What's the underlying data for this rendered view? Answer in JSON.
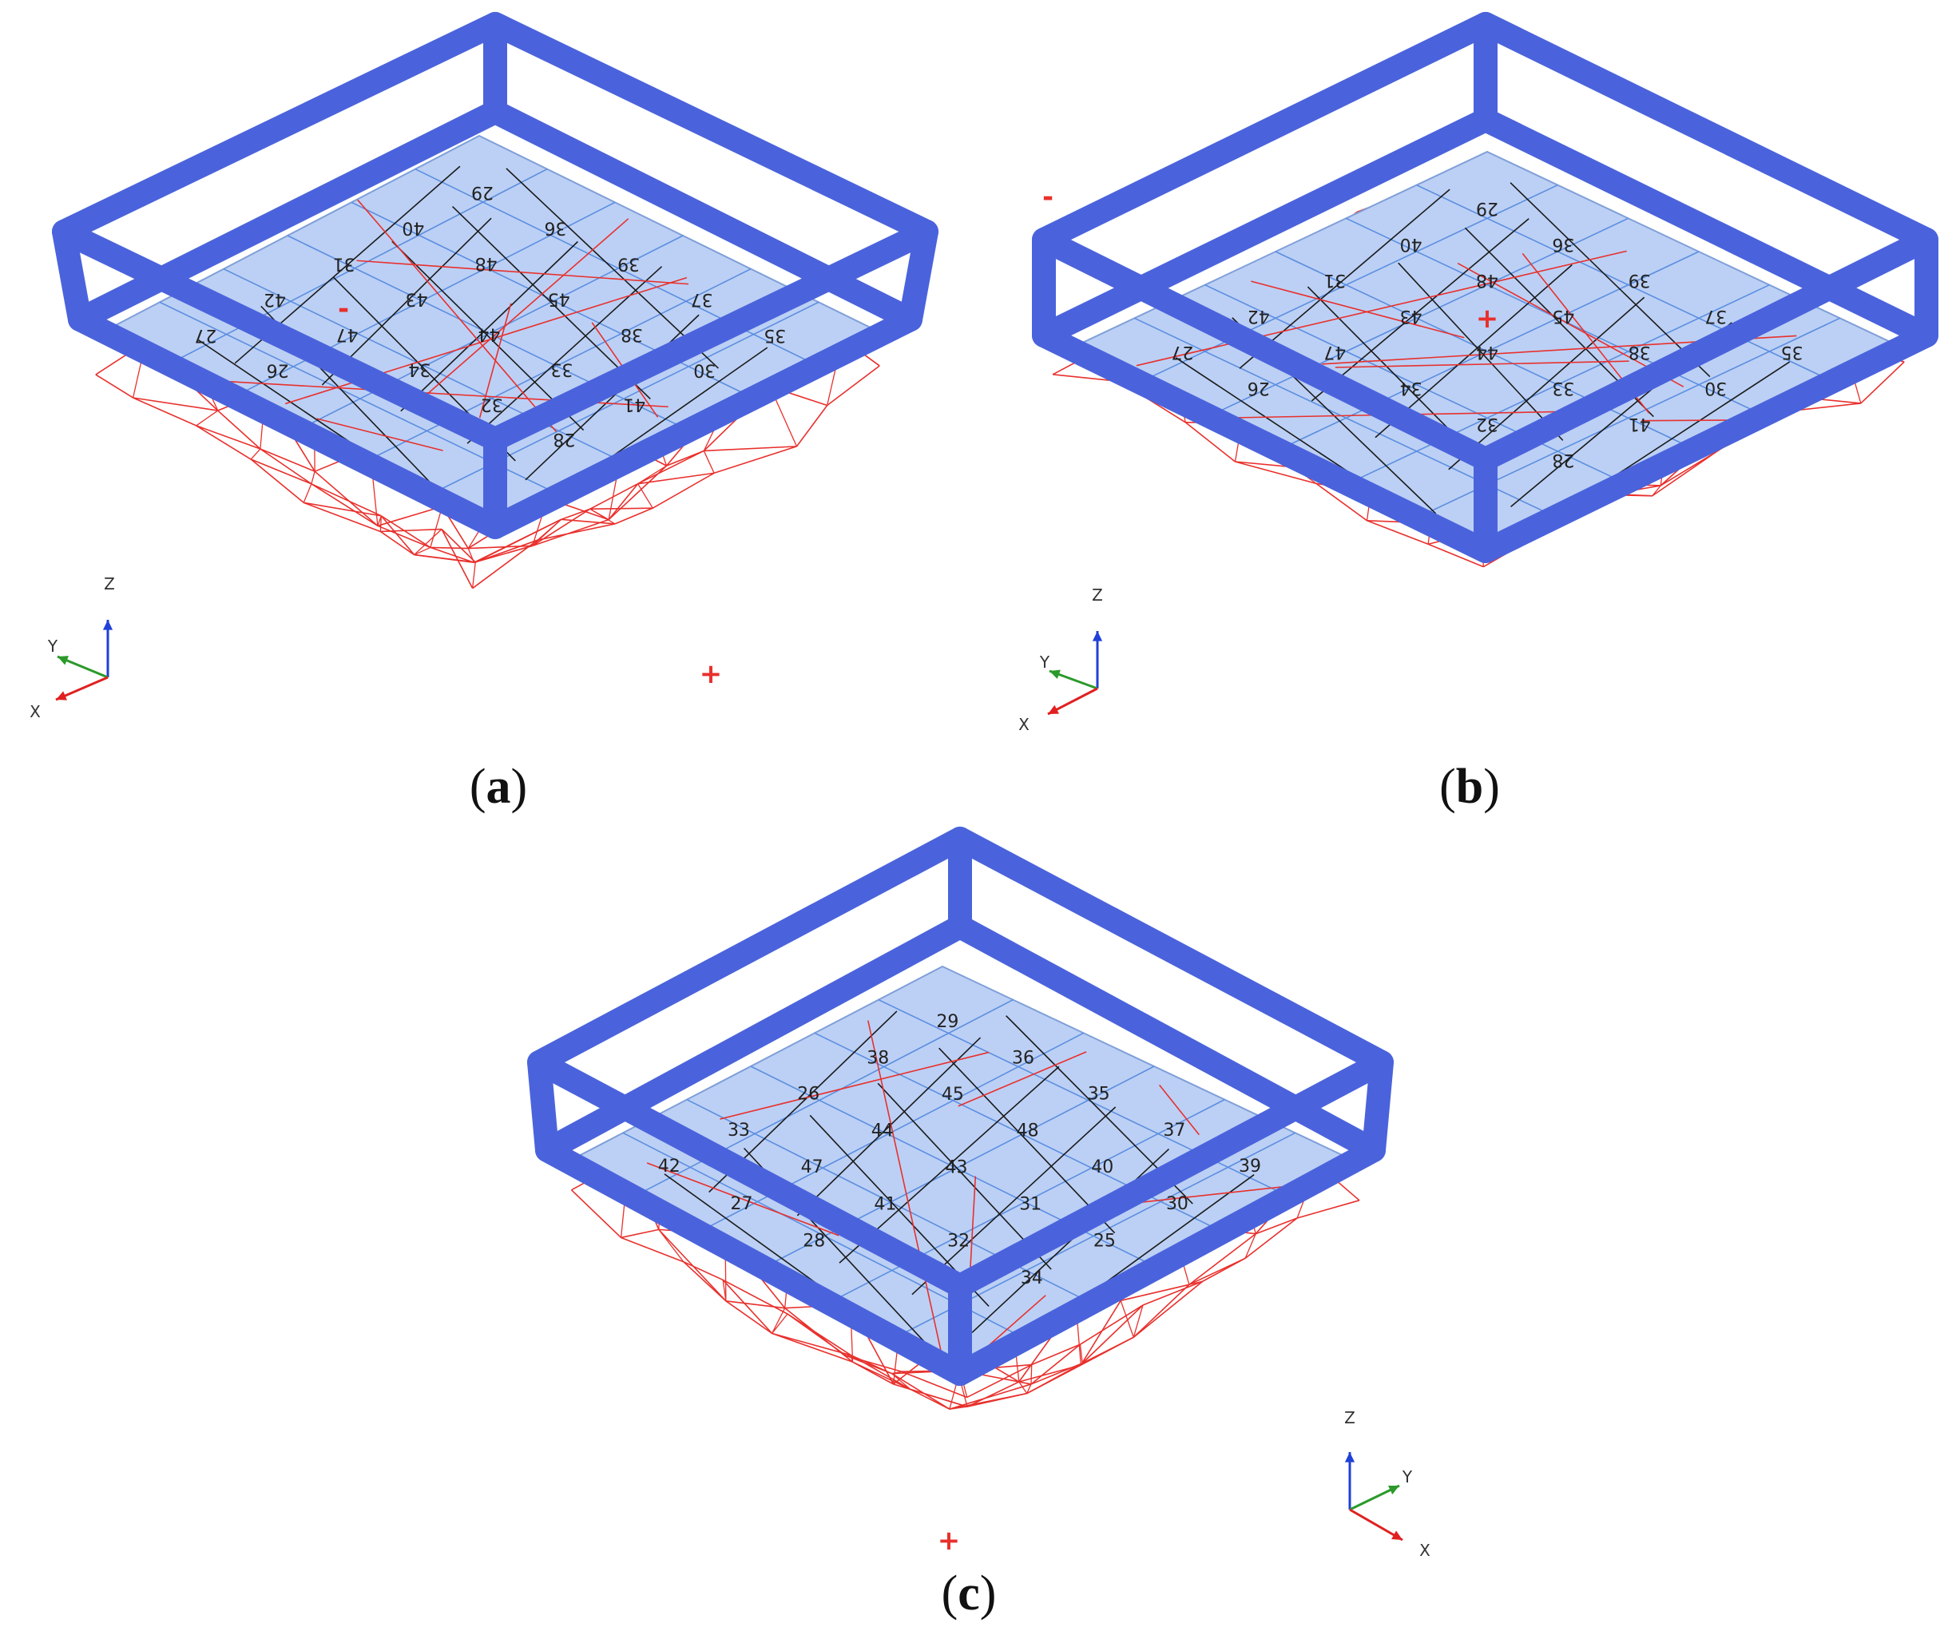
{
  "colors": {
    "frame": "#4a63dc",
    "plate": "#bcd0f5",
    "mesh_black": "#1a1a1a",
    "mesh_blue": "#5b8ee0",
    "deform": "#e8302c",
    "axis_x": "#e02020",
    "axis_y": "#2a9a2a",
    "axis_z": "#2040d8"
  },
  "panels": [
    {
      "caption_open": "(",
      "caption_letter": "a",
      "caption_close": ")",
      "labels": [
        "29",
        "36",
        "39",
        "37",
        "35",
        "40",
        "48",
        "45",
        "38",
        "30",
        "31",
        "43",
        "44",
        "33",
        "41",
        "42",
        "47",
        "34",
        "32",
        "28",
        "27",
        "26"
      ],
      "markers": [
        "+",
        "-"
      ],
      "axes": {
        "x": "X",
        "y": "Y",
        "z": "Z"
      }
    },
    {
      "caption_open": "(",
      "caption_letter": "b",
      "caption_close": ")",
      "labels": [
        "29",
        "36",
        "39",
        "37",
        "35",
        "40",
        "48",
        "45",
        "38",
        "30",
        "31",
        "43",
        "44",
        "33",
        "41",
        "42",
        "47",
        "34",
        "32",
        "28",
        "27",
        "26"
      ],
      "markers": [
        "-",
        "+"
      ],
      "axes": {
        "x": "X",
        "y": "Y",
        "z": "Z"
      }
    },
    {
      "caption_open": "(",
      "caption_letter": "c",
      "caption_close": ")",
      "labels": [
        "29",
        "36",
        "35",
        "37",
        "39",
        "38",
        "45",
        "48",
        "40",
        "30",
        "26",
        "44",
        "43",
        "31",
        "25",
        "33",
        "47",
        "41",
        "32",
        "34",
        "42",
        "27",
        "28"
      ],
      "markers": [
        "+"
      ],
      "axes": {
        "x": "X",
        "y": "Y",
        "z": "Z"
      }
    }
  ]
}
